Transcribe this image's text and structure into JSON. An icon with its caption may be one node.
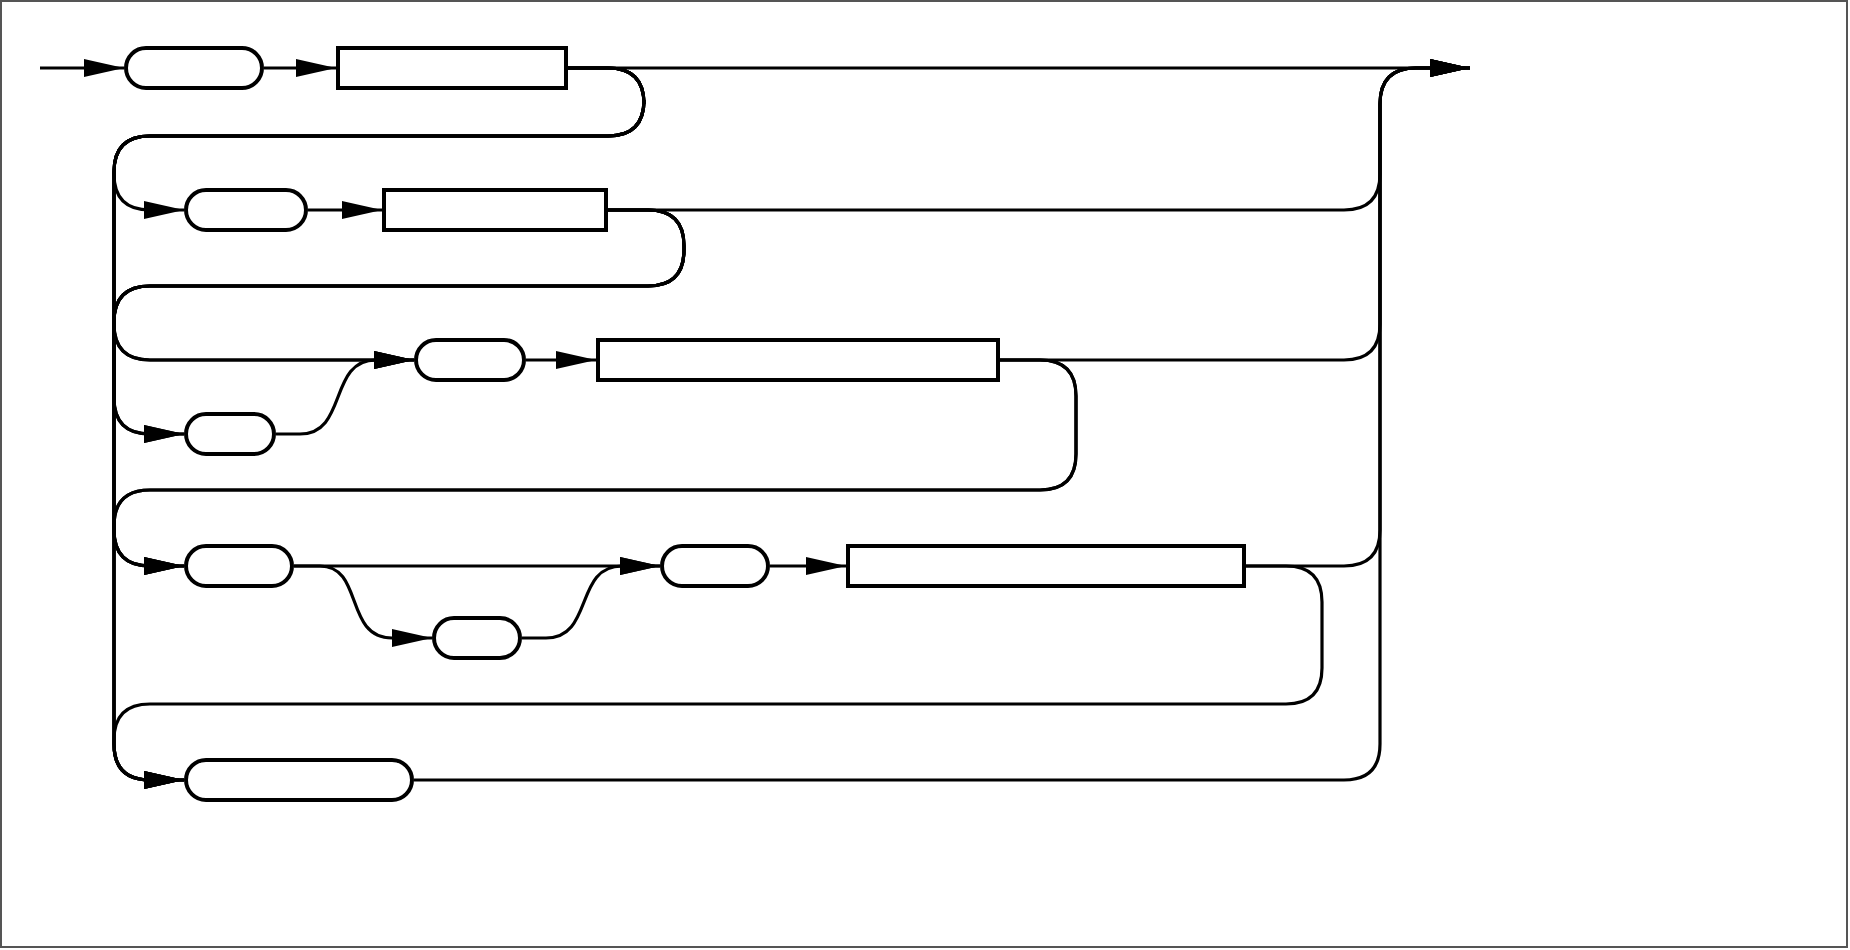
{
  "diagram": {
    "nodes": [
      {
        "text": [],
        "shape": "oval"
      },
      {
        "text": [],
        "shape": "box"
      },
      {
        "text": [],
        "shape": "oval"
      },
      {
        "text": [],
        "shape": "box"
      },
      {
        "text": [],
        "shape": "oval"
      },
      {
        "text": [],
        "shape": "box"
      },
      {
        "text": [],
        "shape": "oval"
      },
      {
        "text": [],
        "shape": "oval"
      },
      {
        "text": [],
        "shape": "oval"
      },
      {
        "text": [],
        "shape": "box"
      },
      {
        "text": [],
        "shape": "oval"
      },
      {
        "text": [],
        "shape": "oval"
      }
    ],
    "edges": [
      {
        "from": null,
        "to": 0,
        "arrow": "to"
      },
      {
        "from": 0,
        "to": 1,
        "arrow": "to"
      },
      {
        "from": 1,
        "to": null,
        "arrow": "to"
      },
      {
        "from": 1,
        "to": 2,
        "arrow": "to"
      },
      {
        "from": 1,
        "to": 4,
        "arrow": "to"
      },
      {
        "from": 1,
        "to": 6,
        "arrow": "to"
      },
      {
        "from": 1,
        "to": 7,
        "arrow": "to"
      },
      {
        "from": 1,
        "to": 11,
        "arrow": "to"
      },
      {
        "from": 2,
        "to": 3,
        "arrow": "to"
      },
      {
        "from": 3,
        "to": null,
        "arrow": "to"
      },
      {
        "from": 3,
        "to": 4,
        "arrow": "to"
      },
      {
        "from": 3,
        "to": 6,
        "arrow": "to"
      },
      {
        "from": 3,
        "to": 7,
        "arrow": "to"
      },
      {
        "from": 3,
        "to": 11,
        "arrow": "to"
      },
      {
        "from": 4,
        "to": 5,
        "arrow": "to"
      },
      {
        "from": 6,
        "to": 4,
        "arrow": "to"
      },
      {
        "from": 5,
        "to": null,
        "arrow": "to"
      },
      {
        "from": 5,
        "to": 7,
        "arrow": "to"
      },
      {
        "from": 5,
        "to": 11,
        "arrow": "to"
      },
      {
        "from": 7,
        "to": 8,
        "arrow": "to"
      },
      {
        "from": 7,
        "to": 10,
        "arrow": "to"
      },
      {
        "from": 10,
        "to": 8,
        "arrow": "to"
      },
      {
        "from": 8,
        "to": 9,
        "arrow": "to"
      },
      {
        "from": 9,
        "to": null,
        "arrow": "to"
      },
      {
        "from": 9,
        "to": 11,
        "arrow": "to"
      },
      {
        "from": 11,
        "to": null,
        "arrow": "to"
      }
    ]
  }
}
